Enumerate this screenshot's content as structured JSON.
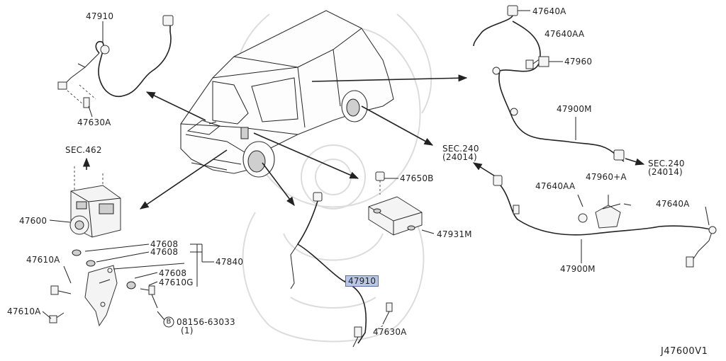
{
  "diagram": {
    "code": "J47600V1",
    "section_refs": {
      "sec462": "SEC.462",
      "sec240_a": "SEC.240",
      "sec240_a_sub": "(24014)",
      "sec240_b": "SEC.240",
      "sec240_b_sub": "(24014)"
    },
    "callouts": {
      "p47910_top": "47910",
      "p47630A_left": "47630A",
      "p47600": "47600",
      "p47608_a": "47608",
      "p47608_b": "47608",
      "p47610A_top": "47610A",
      "p47610A_bottom": "47610A",
      "p47840": "47840",
      "p47608_c": "47608",
      "p47610G": "47610G",
      "bolt": "08156-63033",
      "bolt_qty": "(1)",
      "bolt_badge": "B",
      "p47650B": "47650B",
      "p47931M": "47931M",
      "p47910_mid": "47910",
      "p47630A_mid": "47630A",
      "p47640A_top": "47640A",
      "p47640AA_top": "47640AA",
      "p47960": "47960",
      "p47900M_top": "47900M",
      "p47640AA_mid": "47640AA",
      "p47960A": "47960+A",
      "p47640A_right": "47640A",
      "p47900M_bottom": "47900M"
    }
  }
}
